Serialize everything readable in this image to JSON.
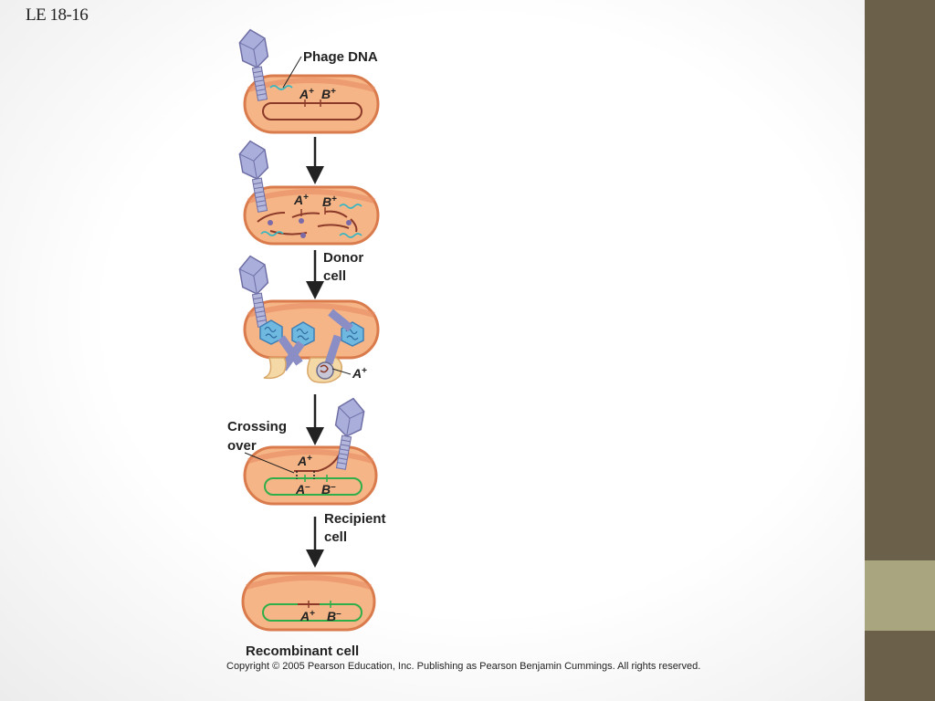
{
  "slide": {
    "title": "LE 18-16",
    "copyright": "Copyright ©  2005 Pearson Education, Inc. Publishing as Pearson Benjamin Cummings. All rights reserved.",
    "colors": {
      "accent_dark": "#6b614b",
      "accent_light": "#a9a57f"
    }
  },
  "diagram": {
    "labels": {
      "phage_dna": "Phage DNA",
      "donor_cell_1": "Donor",
      "donor_cell_2": "cell",
      "crossing_over_1": "Crossing",
      "crossing_over_2": "over",
      "recipient_cell_1": "Recipient",
      "recipient_cell_2": "cell",
      "recombinant_cell": "Recombinant cell"
    },
    "genes": {
      "a": "A",
      "b": "B",
      "plus": "+",
      "minus": "–"
    }
  }
}
